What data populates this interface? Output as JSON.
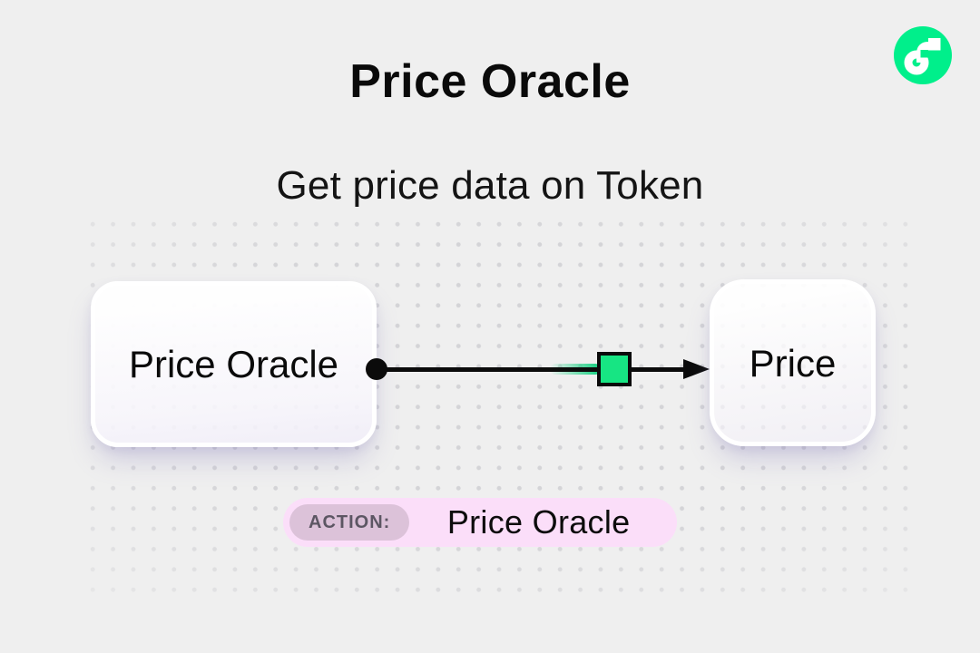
{
  "page": {
    "background_color": "#efefef",
    "dot_color": "#d4d4d7"
  },
  "brand": {
    "logo_icon": "flow-logo",
    "logo_color": "#00EF8B",
    "logo_glyph_color": "#ffffff"
  },
  "header": {
    "title": "Price Oracle",
    "subtitle": "Get price data on Token"
  },
  "diagram": {
    "source_node": {
      "label": "Price Oracle"
    },
    "target_node": {
      "label": "Price"
    },
    "connector": {
      "type": "arrow",
      "line_color": "#0b0b0b",
      "marker_shape": "green-square",
      "marker_color": "#17E583"
    }
  },
  "action_badge": {
    "label": "ACTION:",
    "value": "Price Oracle",
    "outer_color": "#FBDEF9",
    "label_pill_color": "#DCC2D9",
    "label_text_color": "#5C5663"
  }
}
